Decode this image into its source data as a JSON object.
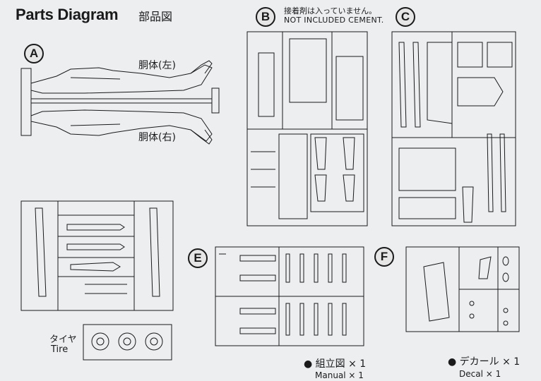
{
  "header": {
    "title": "Parts Diagram",
    "subtitle": "部品図",
    "note_jp": "接着剤は入っていません。",
    "note_en": "NOT INCLUDED CEMENT."
  },
  "sprues": {
    "a": {
      "letter": "A",
      "fuselage_left": "胴体(左)",
      "fuselage_right": "胴体(右)"
    },
    "b": {
      "letter": "B"
    },
    "c": {
      "letter": "C"
    },
    "e": {
      "letter": "E"
    },
    "f": {
      "letter": "F"
    }
  },
  "tire": {
    "label_jp": "タイヤ",
    "label_en": "Tire"
  },
  "extras": {
    "manual_jp": "● 組立図 × 1",
    "manual_en": "Manual × 1",
    "decal_jp": "● デカール × 1",
    "decal_en": "Decal × 1"
  },
  "colors": {
    "ink": "#1a1a1a",
    "paper": "#eceef0"
  }
}
